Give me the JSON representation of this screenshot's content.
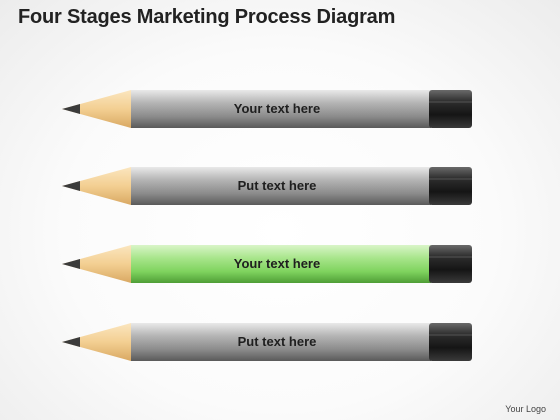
{
  "title": "Four Stages Marketing Process Diagram",
  "pencils": [
    {
      "label": "Your text here",
      "body_color": "#8f8f8f"
    },
    {
      "label": "Put text here",
      "body_color": "#8f8f8f"
    },
    {
      "label": "Your text here",
      "body_color": "#7ed35f"
    },
    {
      "label": "Put text here",
      "body_color": "#8f8f8f"
    }
  ],
  "logo": "Your Logo",
  "colors": {
    "wood": "#f5d7a0",
    "graphite": "#3b3b3b",
    "cap": "#1e1e1e",
    "highlight_body": "#7ed35f"
  }
}
